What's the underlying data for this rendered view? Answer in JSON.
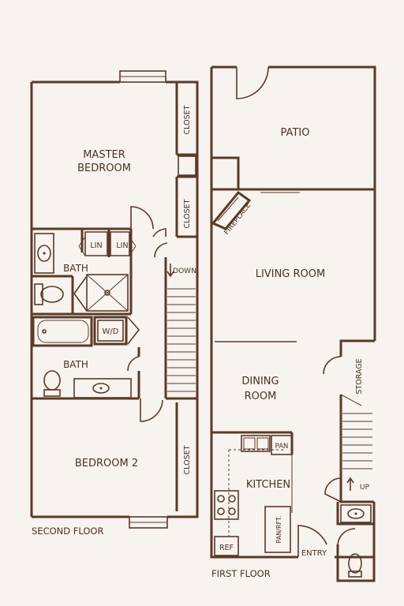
{
  "colors": {
    "wall": "#5b3a29",
    "background": "#f7f3ee",
    "text": "#4a3226"
  },
  "second_floor": {
    "caption": "SECOND FLOOR",
    "rooms": {
      "master_bedroom_line1": "MASTER",
      "master_bedroom_line2": "BEDROOM",
      "closet_top": "CLOSET",
      "closet_mid": "CLOSET",
      "linen_left": "LIN",
      "linen_right": "LIN",
      "bath_upper": "BATH",
      "stair_down": "DOWN",
      "washer_dryer": "W/D",
      "bath_lower": "BATH",
      "bedroom2": "BEDROOM 2",
      "closet_bottom": "CLOSET"
    }
  },
  "first_floor": {
    "caption": "FIRST FLOOR",
    "rooms": {
      "patio": "PATIO",
      "fireplace": "FIREPLACE",
      "living_room": "LIVING ROOM",
      "dining_line1": "DINING",
      "dining_line2": "ROOM",
      "storage": "STORAGE",
      "kitchen": "KITCHEN",
      "pantry": "PAN",
      "pantry_fridge": "PAN/RFT.",
      "stair_up": "UP",
      "refrigerator": "REF",
      "entry": "ENTRY"
    }
  }
}
